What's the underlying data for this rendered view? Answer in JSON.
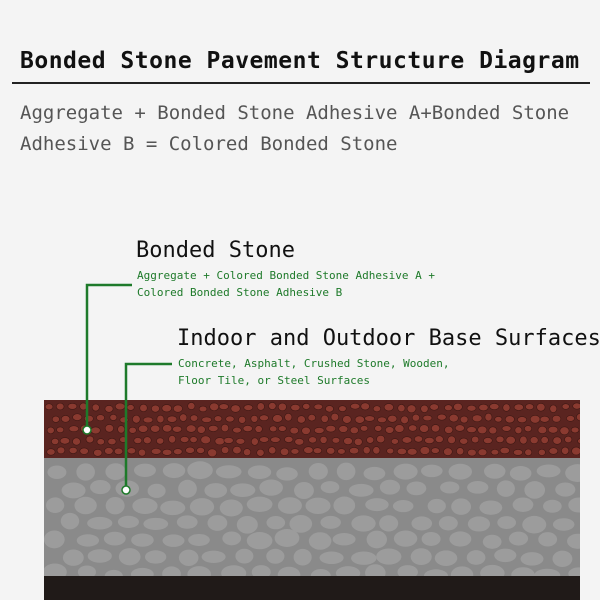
{
  "title": "Bonded Stone Pavement Structure Diagram",
  "formula": "Aggregate + Bonded Stone Adhesive A+Bonded Stone Adhesive B = Colored Bonded Stone",
  "bonded_stone": {
    "heading": "Bonded Stone",
    "line1": "Aggregate  + Colored Bonded Stone Adhesive A +",
    "line2": "Colored Bonded Stone Adhesive B"
  },
  "base_surfaces": {
    "heading": "Indoor and Outdoor Base Surfaces",
    "line1": "Concrete, Asphalt, Crushed Stone, Wooden,",
    "line2": "Floor Tile, or Steel Surfaces"
  },
  "colors": {
    "stone_layer": "#5a2420",
    "stone_pebble": "#8a3a30",
    "base_layer": "#8a8a8a",
    "base_pebble": "#9c9c9c",
    "bottom_layer": "#201a18",
    "leader": "#1e7a2a"
  }
}
